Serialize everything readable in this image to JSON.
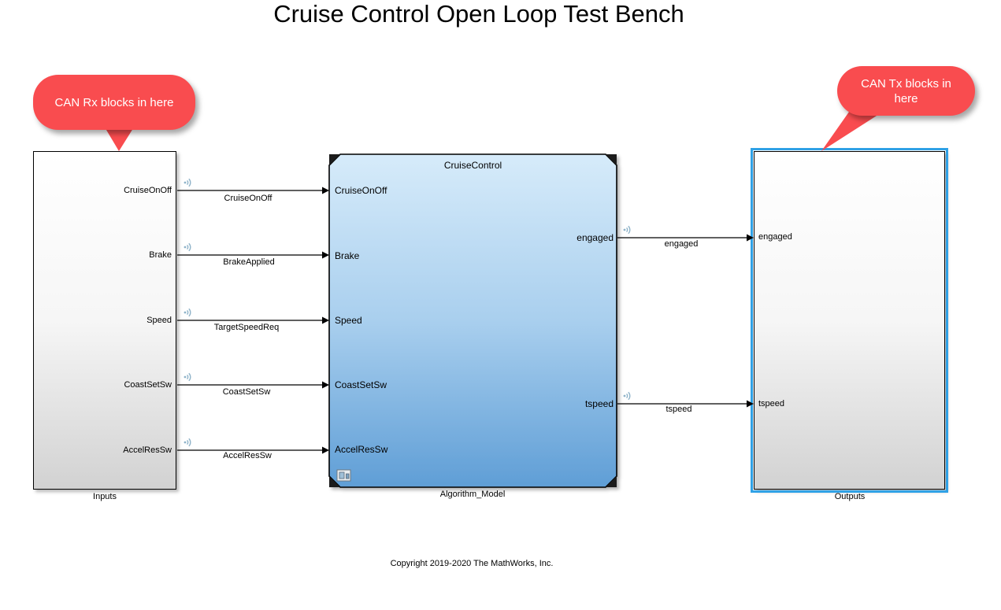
{
  "title": "Cruise Control Open Loop Test Bench",
  "annotations": {
    "left_callout": "CAN Rx blocks in here",
    "right_callout": "CAN Tx blocks in here"
  },
  "blocks": {
    "inputs": {
      "name": "Inputs",
      "ports": [
        "CruiseOnOff",
        "Brake",
        "Speed",
        "CoastSetSw",
        "AccelResSw"
      ]
    },
    "algorithm_model": {
      "name": "Algorithm_Model",
      "header": "CruiseControl",
      "in_ports": [
        "CruiseOnOff",
        "Brake",
        "Speed",
        "CoastSetSw",
        "AccelResSw"
      ],
      "out_ports": [
        "engaged",
        "tspeed"
      ]
    },
    "outputs": {
      "name": "Outputs",
      "ports": [
        "engaged",
        "tspeed"
      ]
    }
  },
  "signals": {
    "input_lines": [
      "CruiseOnOff",
      "BrakeApplied",
      "TargetSpeedReq",
      "CoastSetSw",
      "AccelResSw"
    ],
    "output_lines": [
      "engaged",
      "tspeed"
    ]
  },
  "footer": "Copyright 2019-2020 The MathWorks, Inc.",
  "colors": {
    "callout_red": "#f94c4f",
    "selection_blue": "#2fa1e6",
    "model_block_top": "#d6ebfa",
    "model_block_bottom": "#5f9ed6"
  }
}
